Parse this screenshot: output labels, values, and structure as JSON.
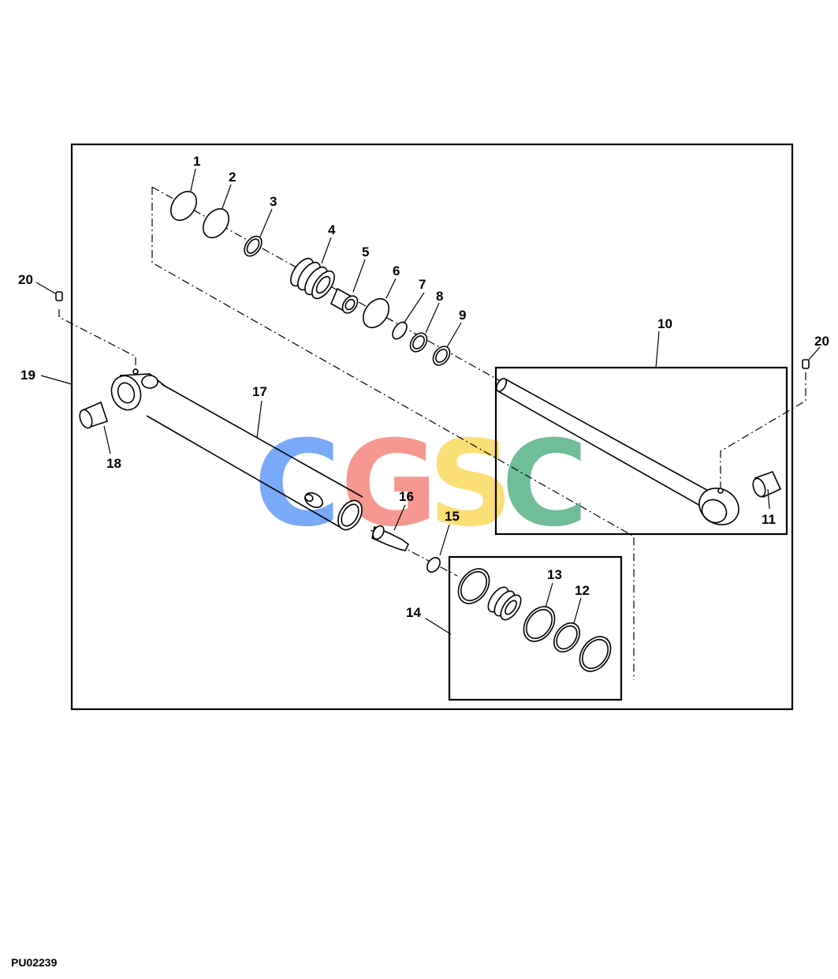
{
  "figure_id": "PU02239",
  "watermark": {
    "letters": [
      "C",
      "G",
      "S",
      "C"
    ],
    "colors": [
      "#4c8ef5",
      "#f4766b",
      "#fbd44a",
      "#3fa878"
    ]
  },
  "callouts": [
    "1",
    "2",
    "3",
    "4",
    "5",
    "6",
    "7",
    "8",
    "9",
    "10",
    "11",
    "12",
    "13",
    "14",
    "15",
    "16",
    "17",
    "18",
    "19",
    "20",
    "20"
  ]
}
